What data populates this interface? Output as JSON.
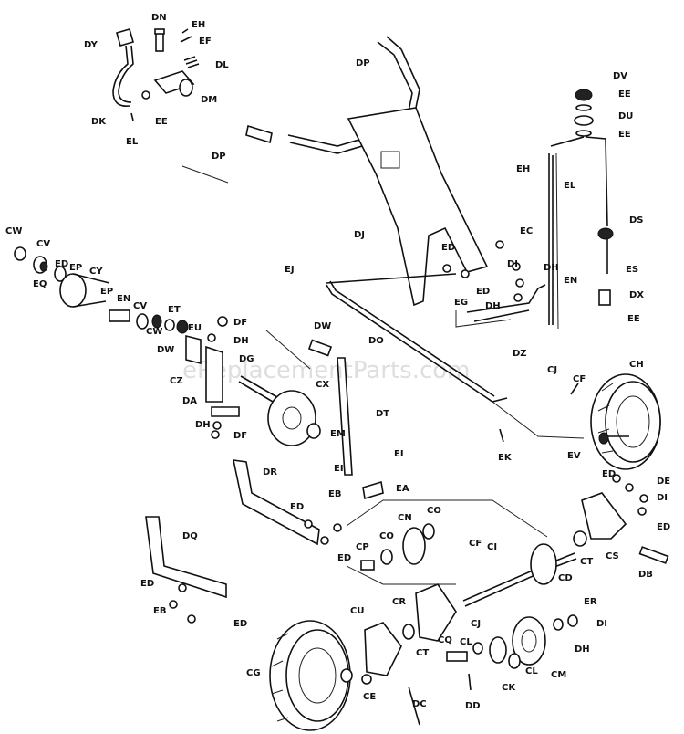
{
  "watermark": "eReplacementParts.com",
  "labels": {
    "DY_top": "DY",
    "DN_top": "DN",
    "EH_top": "EH",
    "EF": "EF",
    "DL": "DL",
    "DM": "DM",
    "DK": "DK",
    "EL_top": "EL",
    "EE_top": "EE",
    "DP_handle": "DP",
    "DP_grip": "DP",
    "DV": "DV",
    "EE_r1": "EE",
    "DU": "DU",
    "EE_r2": "EE",
    "EH_r": "EH",
    "EL_r": "EL",
    "DS": "DS",
    "DJ": "DJ",
    "EC": "EC",
    "ED_mid": "ED",
    "DI_mid": "DI",
    "DH_mid": "DH",
    "ED_mid2": "ED",
    "EG": "EG",
    "DH_mid2": "DH",
    "EN_r": "EN",
    "ES": "ES",
    "DX": "DX",
    "EE_r3": "EE",
    "DZ": "DZ",
    "EJ": "EJ",
    "DO": "DO",
    "CW_1": "CW",
    "CV_1": "CV",
    "ED_l": "ED",
    "EQ": "EQ",
    "EP_1": "EP",
    "CY": "CY",
    "EP_2": "EP",
    "EN_l": "EN",
    "CV_2": "CV",
    "ET": "ET",
    "CW_2": "CW",
    "DW_l": "DW",
    "EU": "EU",
    "DF_1": "DF",
    "DH_l1": "DH",
    "CZ": "CZ",
    "DG": "DG",
    "DA": "DA",
    "DH_l2": "DH",
    "DF_2": "DF",
    "DW_c": "DW",
    "CX": "CX",
    "DT": "DT",
    "EM": "EM",
    "CJ_top": "CJ",
    "CF_top": "CF",
    "CH": "CH",
    "EK": "EK",
    "EV": "EV",
    "EI": "EI",
    "EI_2": "EI",
    "EA": "EA",
    "EB": "EB",
    "DR": "DR",
    "ED_c1": "ED",
    "ED_c2": "ED",
    "ED_r1": "ED",
    "DE": "DE",
    "DI_r": "DI",
    "ED_r2": "ED",
    "CO_1": "CO",
    "CN": "CN",
    "CO_2": "CO",
    "CP": "CP",
    "CT_r": "CT",
    "CS": "CS",
    "CF_b": "CF",
    "CI_b": "CI",
    "CD": "CD",
    "DB": "DB",
    "DQ": "DQ",
    "ED_b1": "ED",
    "EB_b": "EB",
    "ED_b2": "ED",
    "CR": "CR",
    "CJ_b": "CJ",
    "ER": "ER",
    "DI_b": "DI",
    "CU": "CU",
    "CT_b": "CT",
    "CE": "CE",
    "CQ": "CQ",
    "CL_1": "CL",
    "CL_2": "CL",
    "CK": "CK",
    "CM": "CM",
    "DH_b": "DH",
    "CG": "CG",
    "DC": "DC",
    "DD": "DD"
  }
}
